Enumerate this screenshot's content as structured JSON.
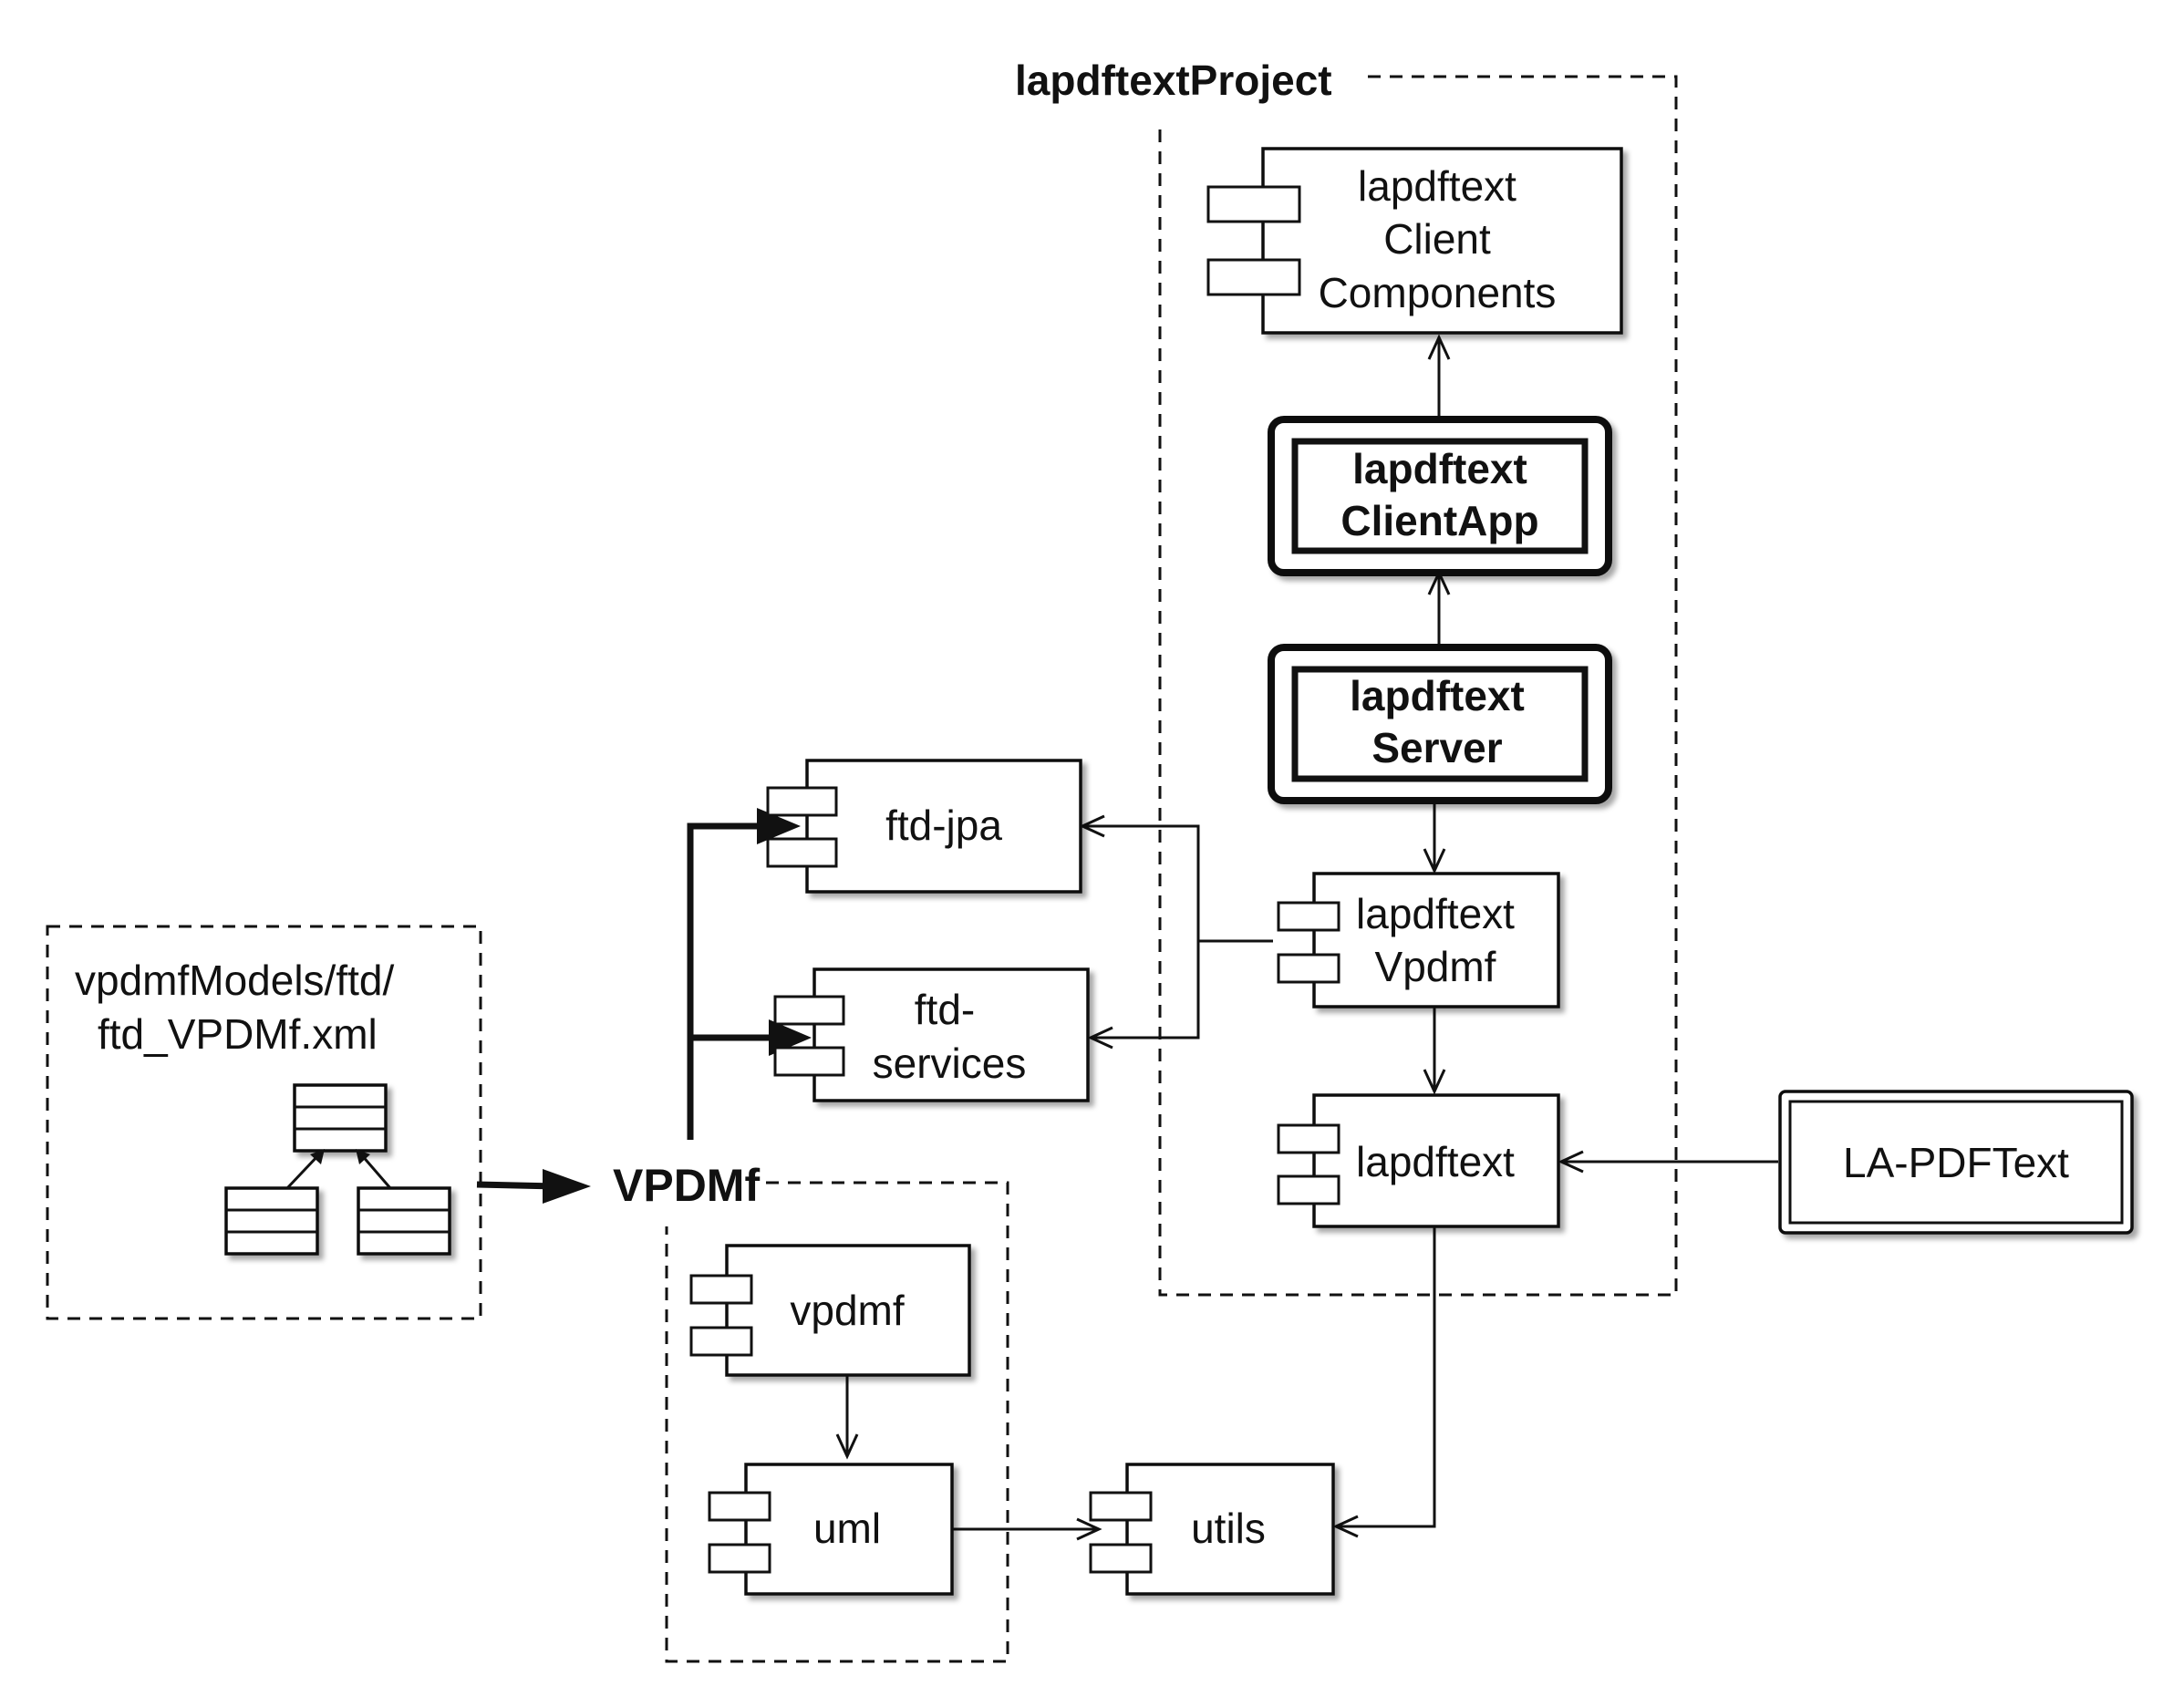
{
  "frames": {
    "project_title": "lapdftextProject",
    "models_label_line1": "vpdmfModels/ftd/",
    "models_label_line2": "ftd_VPDMf.xml",
    "vpdmf_title": "VPDMf"
  },
  "components": {
    "client_components": [
      "lapdftext",
      "Client",
      "Components"
    ],
    "client_app": [
      "lapdftext",
      "ClientApp"
    ],
    "server": [
      "lapdftext",
      "Server"
    ],
    "lapdftext_vpdmf": [
      "lapdftext",
      "Vpdmf"
    ],
    "lapdftext": "lapdftext",
    "la_pdftext": "LA-PDFText",
    "ftd_jpa": "ftd-jpa",
    "ftd_services": [
      "ftd-",
      "services"
    ],
    "vpdmf": "vpdmf",
    "uml": "uml",
    "utils": "utils"
  },
  "colors": {
    "ink": "#111111",
    "background": "#ffffff"
  }
}
